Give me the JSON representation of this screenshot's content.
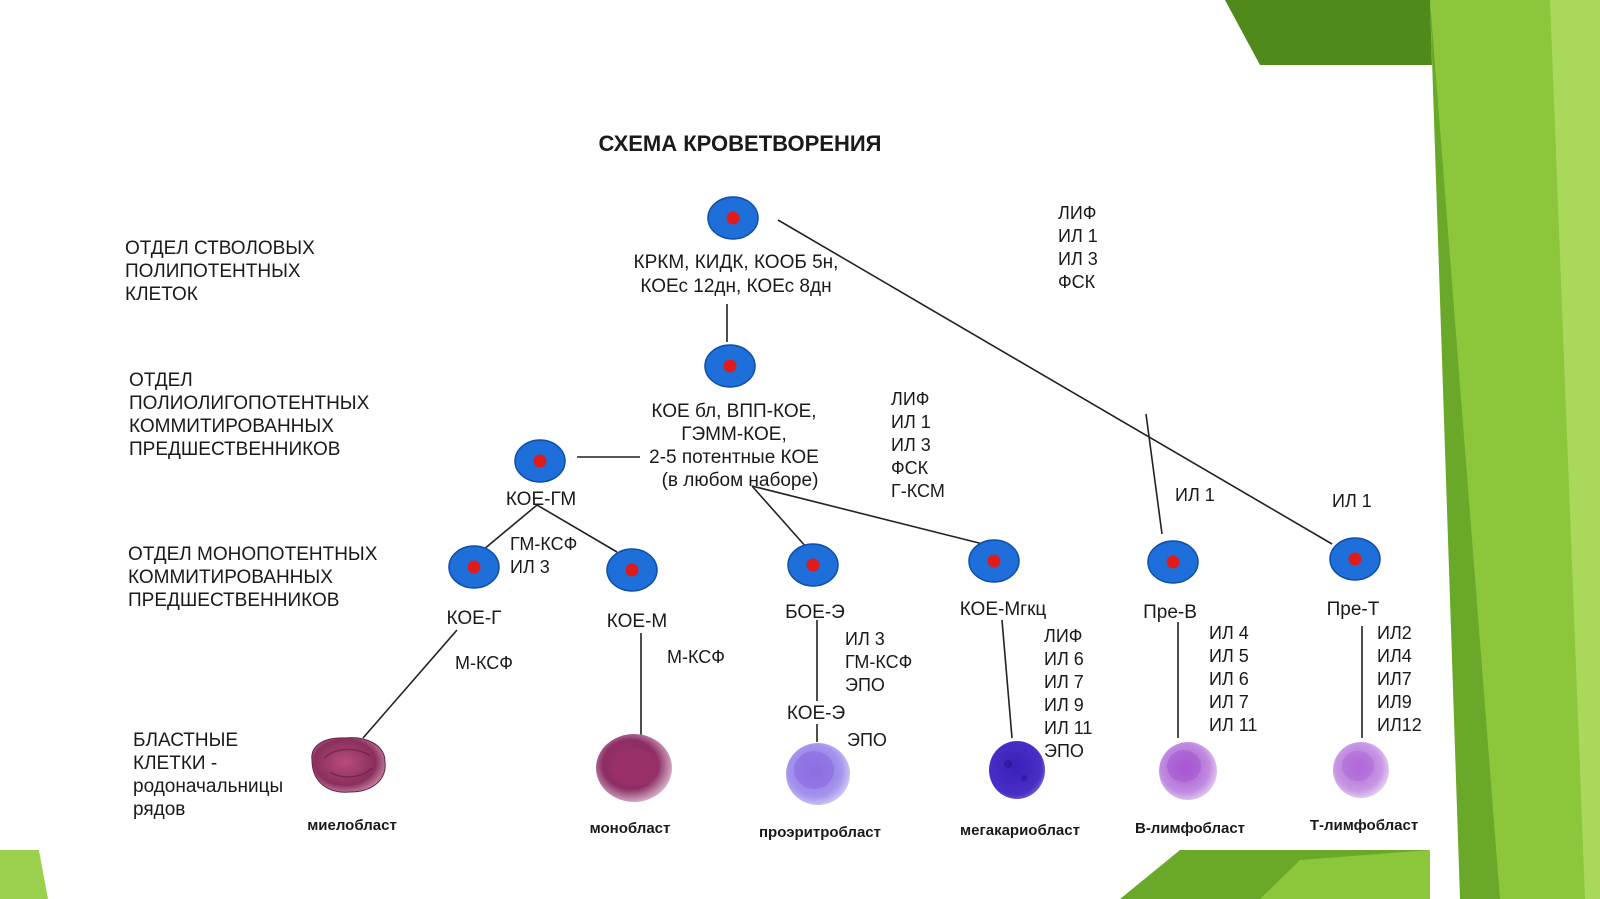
{
  "colors": {
    "background_green_dark": "#5d9a1f",
    "background_green_light": "#9dd043",
    "cell_outer": "#1e6fd9",
    "cell_nucleus": "#e01b1b"
  },
  "title": "СХЕМА КРОВЕТВОРЕНИЯ",
  "sections": {
    "stem": [
      "ОТДЕЛ СТВОЛОВЫХ",
      "ПОЛИПОТЕНТНЫХ",
      "КЛЕТОК"
    ],
    "poly": [
      "ОТДЕЛ",
      "ПОЛИОЛИГОПОТЕНТНЫХ",
      "КОММИТИРОВАННЫХ",
      "ПРЕДШЕСТВЕННИКОВ"
    ],
    "mono": [
      "ОТДЕЛ МОНОПОТЕНТНЫХ",
      "КОММИТИРОВАННЫХ",
      "ПРЕДШЕСТВЕННИКОВ"
    ],
    "blast": [
      "БЛАСТНЫЕ",
      "КЛЕТКИ   -",
      "родоначальницы",
      "рядов"
    ]
  },
  "nodes": {
    "stem_label": [
      "КРКМ, КИДК, КООБ 5н,",
      "КОЕс 12дн, КОЕс 8дн"
    ],
    "poly_label": [
      "КОЕ бл, ВПП-КОЕ,",
      "ГЭММ-КОЕ,",
      "2-5 потентные КОЕ",
      "(в любом наборе)"
    ],
    "koe_gm": "КОЕ-ГМ",
    "koe_g": "КОЕ-Г",
    "koe_m": "КОЕ-М",
    "boe_e": "БОЕ-Э",
    "koe_mgkc": "КОЕ-Мгкц",
    "pre_b": "Пре-В",
    "pre_t": "Пре-Т",
    "koe_e": "КОЕ-Э"
  },
  "cytokines": {
    "stem": [
      "ЛИФ",
      "ИЛ 1",
      "ИЛ 3",
      "ФСК"
    ],
    "poly": [
      "ЛИФ",
      "ИЛ 1",
      "ИЛ 3",
      "ФСК",
      "Г-КСМ"
    ],
    "gm": [
      "ГМ-КСФ",
      "ИЛ 3"
    ],
    "g_to_myelo": "М-КСФ",
    "m_to_mono": "М-КСФ",
    "boe": [
      "ИЛ 3",
      "ГМ-КСФ",
      "ЭПО"
    ],
    "koe_e": "ЭПО",
    "mgkc": [
      "ЛИФ",
      "ИЛ 6",
      "ИЛ 7",
      "ИЛ 9",
      "ИЛ 11",
      "ЭПО"
    ],
    "pre_b_in": "ИЛ 1",
    "pre_t_in": "ИЛ 1",
    "pre_b_out": [
      "ИЛ 4",
      "ИЛ 5",
      "ИЛ 6",
      "ИЛ 7",
      "ИЛ 11"
    ],
    "pre_t_out": [
      "ИЛ2",
      "ИЛ4",
      "ИЛ7",
      "ИЛ9",
      "ИЛ12"
    ]
  },
  "blasts": {
    "myeloblast": "миелобласт",
    "monoblast": "монобласт",
    "proerythroblast": "проэритробласт",
    "megakaryoblast": "мегакариобласт",
    "b_lymphoblast": "В-лимфобласт",
    "t_lymphoblast": "Т-лимфобласт"
  }
}
